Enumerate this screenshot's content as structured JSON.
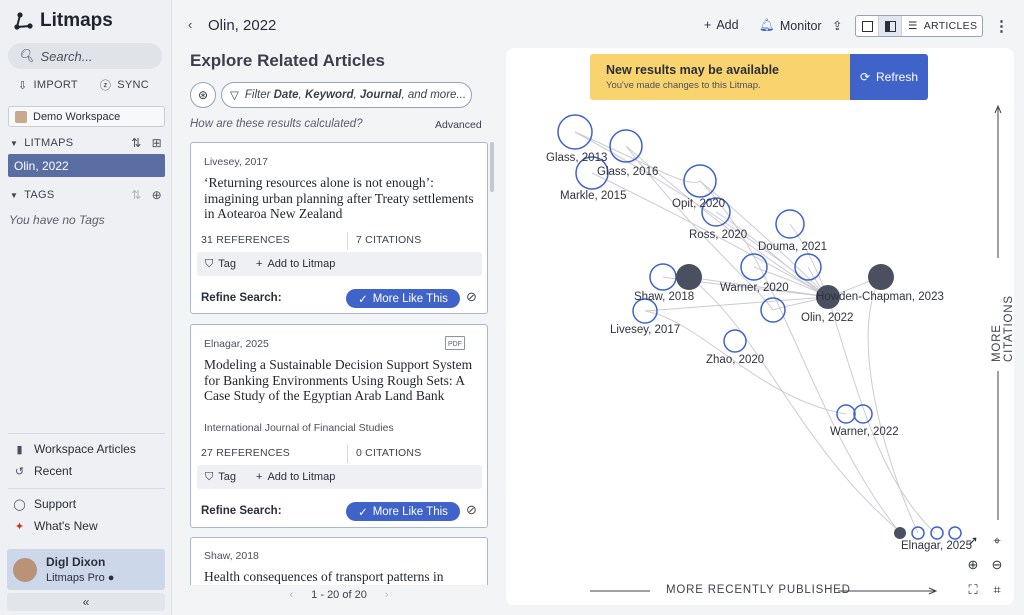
{
  "app": {
    "name": "Litmaps"
  },
  "sidebar": {
    "search_placeholder": "Search...",
    "import_label": "IMPORT",
    "sync_label": "SYNC",
    "workspace": "Demo Workspace",
    "litmaps_header": "LITMAPS",
    "active_map": "Olin, 2022",
    "tags_header": "TAGS",
    "no_tags": "You have no Tags",
    "links": {
      "workspace_articles": "Workspace Articles",
      "recent": "Recent",
      "support": "Support",
      "whats_new": "What's New"
    },
    "user": {
      "name": "Digl Dixon",
      "plan": "Litmaps Pro"
    },
    "collapse_glyph": "«"
  },
  "header": {
    "back_glyph": "‹",
    "title": "Olin, 2022",
    "add_label": "Add",
    "monitor_label": "Monitor",
    "articles_label": "ARTICLES"
  },
  "explore": {
    "title": "Explore Related Articles",
    "filter_text": {
      "prefix": "Filter ",
      "date": "Date",
      "sep1": ", ",
      "keyword": "Keyword",
      "sep2": ", ",
      "journal": "Journal",
      "suffix": ", and more..."
    },
    "how_calculated": "How are these results calculated?",
    "advanced": "Advanced",
    "refine_label": "Refine Search:",
    "more_like_label": "More Like This",
    "tag_label": "Tag",
    "add_to_litmap_label": "Add to Litmap",
    "cards": [
      {
        "meta": "Livesey, 2017",
        "title": "‘Returning resources alone is not enough’: imagining urban planning after Treaty settlements in Aotearoa New Zealand",
        "journal": "",
        "references": "31",
        "references_label": "REFERENCES",
        "citations": "7",
        "citations_label": "CITATIONS"
      },
      {
        "meta": "Elnagar, 2025",
        "pdf_label": "PDF",
        "title": "Modeling a Sustainable Decision Support System for Banking Environments Using Rough Sets: A Case Study of the Egyptian Arab Land Bank",
        "journal": "International Journal of Financial Studies",
        "references": "27",
        "references_label": "REFERENCES",
        "citations": "0",
        "citations_label": "CITATIONS"
      },
      {
        "meta": "Shaw, 2018",
        "title": "Health consequences of transport patterns in"
      }
    ],
    "pager": "1 - 20 of 20"
  },
  "graph": {
    "notice_title": "New results may be available",
    "notice_sub": "You've made changes to this Litmap.",
    "refresh_label": "Refresh",
    "x_axis": "MORE RECENTLY PUBLISHED",
    "y_axis": "MORE CITATIONS",
    "accent": "#3f63c8",
    "nodes": [
      {
        "label": "Glass, 2013",
        "type": "open"
      },
      {
        "label": "Glass, 2016",
        "type": "open"
      },
      {
        "label": "Markle, 2015",
        "type": "open"
      },
      {
        "label": "Opit, 2020",
        "type": "open"
      },
      {
        "label": "Ross, 2020",
        "type": "open"
      },
      {
        "label": "Douma, 2021",
        "type": "open"
      },
      {
        "label": "Shaw, 2018",
        "type": "open"
      },
      {
        "label": "Warner, 2020",
        "type": "open"
      },
      {
        "label": "Olin, 2022",
        "type": "filled"
      },
      {
        "label": "Howden-Chapman, 2023",
        "type": "filled"
      },
      {
        "label": "Livesey, 2017",
        "type": "open"
      },
      {
        "label": "Zhao, 2020",
        "type": "open"
      },
      {
        "label": "Warner, 2022",
        "type": "open"
      },
      {
        "label": "Elnagar, 2025",
        "type": "open"
      }
    ]
  }
}
